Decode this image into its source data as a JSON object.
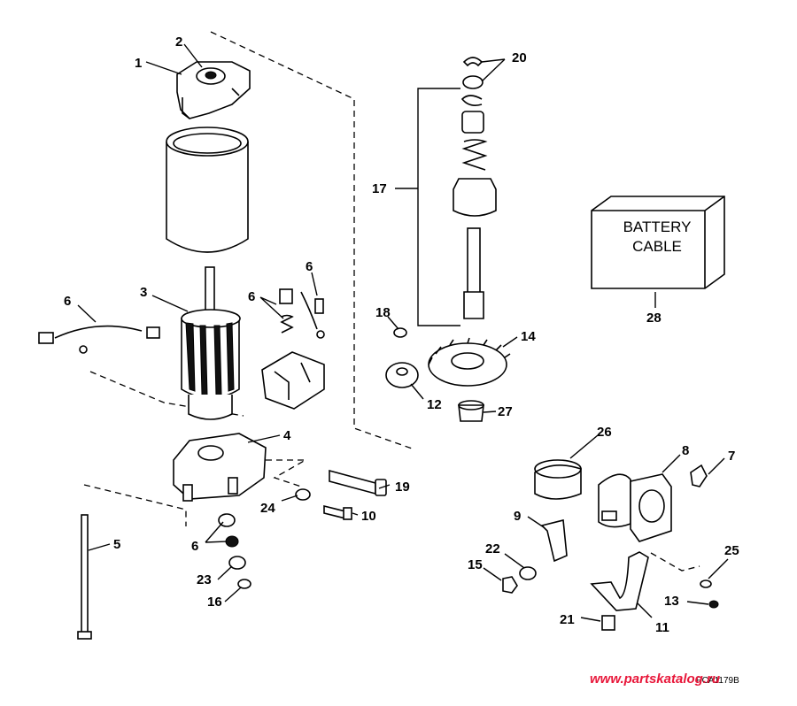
{
  "callouts": [
    {
      "id": "c1",
      "text": "1"
    },
    {
      "id": "c2",
      "text": "2"
    },
    {
      "id": "c3",
      "text": "3"
    },
    {
      "id": "c4",
      "text": "4"
    },
    {
      "id": "c5",
      "text": "5"
    },
    {
      "id": "c6a",
      "text": "6"
    },
    {
      "id": "c6b",
      "text": "6"
    },
    {
      "id": "c6c",
      "text": "6"
    },
    {
      "id": "c6d",
      "text": "6"
    },
    {
      "id": "c7",
      "text": "7"
    },
    {
      "id": "c8",
      "text": "8"
    },
    {
      "id": "c9",
      "text": "9"
    },
    {
      "id": "c10",
      "text": "10"
    },
    {
      "id": "c11",
      "text": "11"
    },
    {
      "id": "c12",
      "text": "12"
    },
    {
      "id": "c13",
      "text": "13"
    },
    {
      "id": "c14",
      "text": "14"
    },
    {
      "id": "c15",
      "text": "15"
    },
    {
      "id": "c16",
      "text": "16"
    },
    {
      "id": "c17",
      "text": "17"
    },
    {
      "id": "c18",
      "text": "18"
    },
    {
      "id": "c19",
      "text": "19"
    },
    {
      "id": "c20",
      "text": "20"
    },
    {
      "id": "c21",
      "text": "21"
    },
    {
      "id": "c22",
      "text": "22"
    },
    {
      "id": "c23",
      "text": "23"
    },
    {
      "id": "c24",
      "text": "24"
    },
    {
      "id": "c25",
      "text": "25"
    },
    {
      "id": "c26",
      "text": "26"
    },
    {
      "id": "c27",
      "text": "27"
    },
    {
      "id": "c28",
      "text": "28"
    }
  ],
  "battery_label": {
    "line1": "BATTERY",
    "line2": "CABLE"
  },
  "drawing_code": "PCA1179B",
  "watermark": "www.partskatalog.ru"
}
